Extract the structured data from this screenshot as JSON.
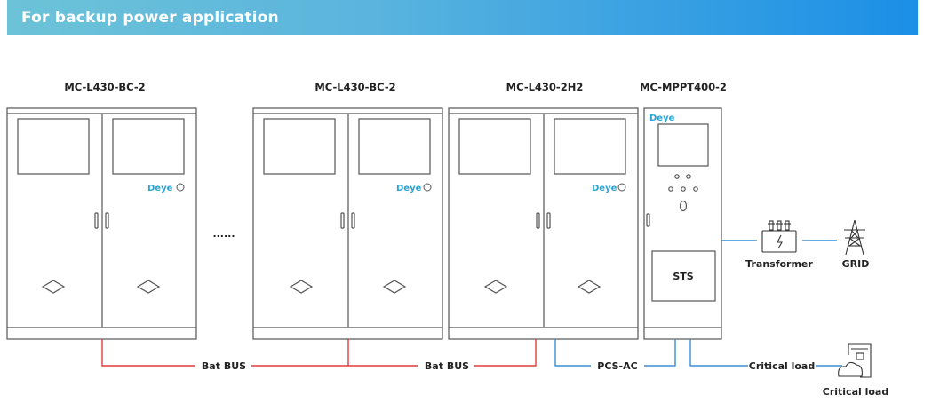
{
  "header": {
    "title": "For backup power application"
  },
  "cabinets": {
    "c1": "MC-L430-BC-2",
    "c2": "MC-L430-BC-2",
    "c3": "MC-L430-2H2",
    "c4": "MC-MPPT400-2"
  },
  "ellipsis": "......",
  "brand": "Deye",
  "sts_label": "STS",
  "labels": {
    "bat_bus_1": "Bat BUS",
    "bat_bus_2": "Bat BUS",
    "pcs_ac": "PCS-AC",
    "critical_load_line": "Critical load",
    "critical_load_icon": "Critical load",
    "transformer": "Transformer",
    "grid": "GRID"
  },
  "colors": {
    "bat_bus": "#e03c3c",
    "ac_line": "#3a8fd6",
    "brand": "#2aa4d8",
    "outline": "#555555"
  }
}
